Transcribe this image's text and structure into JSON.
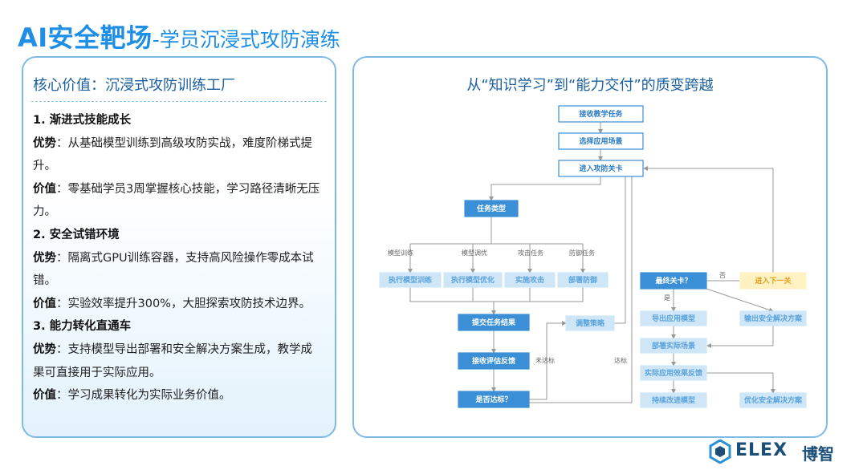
{
  "title": {
    "main": "AI安全靶场",
    "sub": "-学员沉浸式攻防演练"
  },
  "left": {
    "heading": "核心价值：沉浸式攻防训练工厂",
    "sections": [
      {
        "title": "1. 渐进式技能成长",
        "items": [
          {
            "label": "优势",
            "text": "：从基础模型训练到高级攻防实战，难度阶梯式提升。"
          },
          {
            "label": "价值",
            "text": "：零基础学员3周掌握核心技能，学习路径清晰无压力。"
          }
        ]
      },
      {
        "title": "2. 安全试错环境",
        "items": [
          {
            "label": "优势",
            "text": "：隔离式GPU训练容器，支持高风险操作零成本试错。"
          },
          {
            "label": "价值",
            "text": "：实验效率提升300%，大胆探索攻防技术边界。"
          }
        ]
      },
      {
        "title": "3. 能力转化直通车",
        "items": [
          {
            "label": "优势",
            "text": "：支持模型导出部署和安全解决方案生成，教学成果可直接用于实际应用。"
          },
          {
            "label": "价值",
            "text": "：学习成果转化为实际业务价值。"
          }
        ]
      }
    ]
  },
  "right": {
    "heading": "从“知识学习”到“能力交付”的质变跨越",
    "flow": {
      "nodes": {
        "n1": "接收教学任务",
        "n2": "选择应用场景",
        "n3": "进入攻防关卡",
        "n4": "任务类型",
        "t1": "执行模型训练",
        "t2": "执行模型优化",
        "t3": "实施攻击",
        "t4": "部署防御",
        "s1": "提交任务结果",
        "s2": "接收评估反馈",
        "s3": "是否达标？",
        "adj": "调整策略",
        "fin": "最终关卡？",
        "next": "进入下一关",
        "r1": "导出应用模型",
        "r2": "部署实际场景",
        "r3": "实际应用效果反馈",
        "r4": "持续改进模型",
        "o1": "输出安全解决方案",
        "o2": "优化安全解决方案"
      },
      "labels": {
        "b1": "模型训练",
        "b2": "模型调优",
        "b3": "攻击任务",
        "b4": "防御任务",
        "fail": "未达标",
        "pass": "达标",
        "no": "否",
        "yes": "是"
      },
      "colors": {
        "outline": "#3a8fd6",
        "outline_text": "#2a7bc4",
        "filled": "#3a8fd6",
        "filled_text": "#ffffff",
        "light": "#cfe6f7",
        "light_text": "#5aa3dc",
        "yellow": "#fff2c2",
        "yellow_text": "#e0a020",
        "line": "#9a9a9a"
      }
    }
  },
  "logo": {
    "brand": "ELEX",
    "cn": "博智"
  }
}
